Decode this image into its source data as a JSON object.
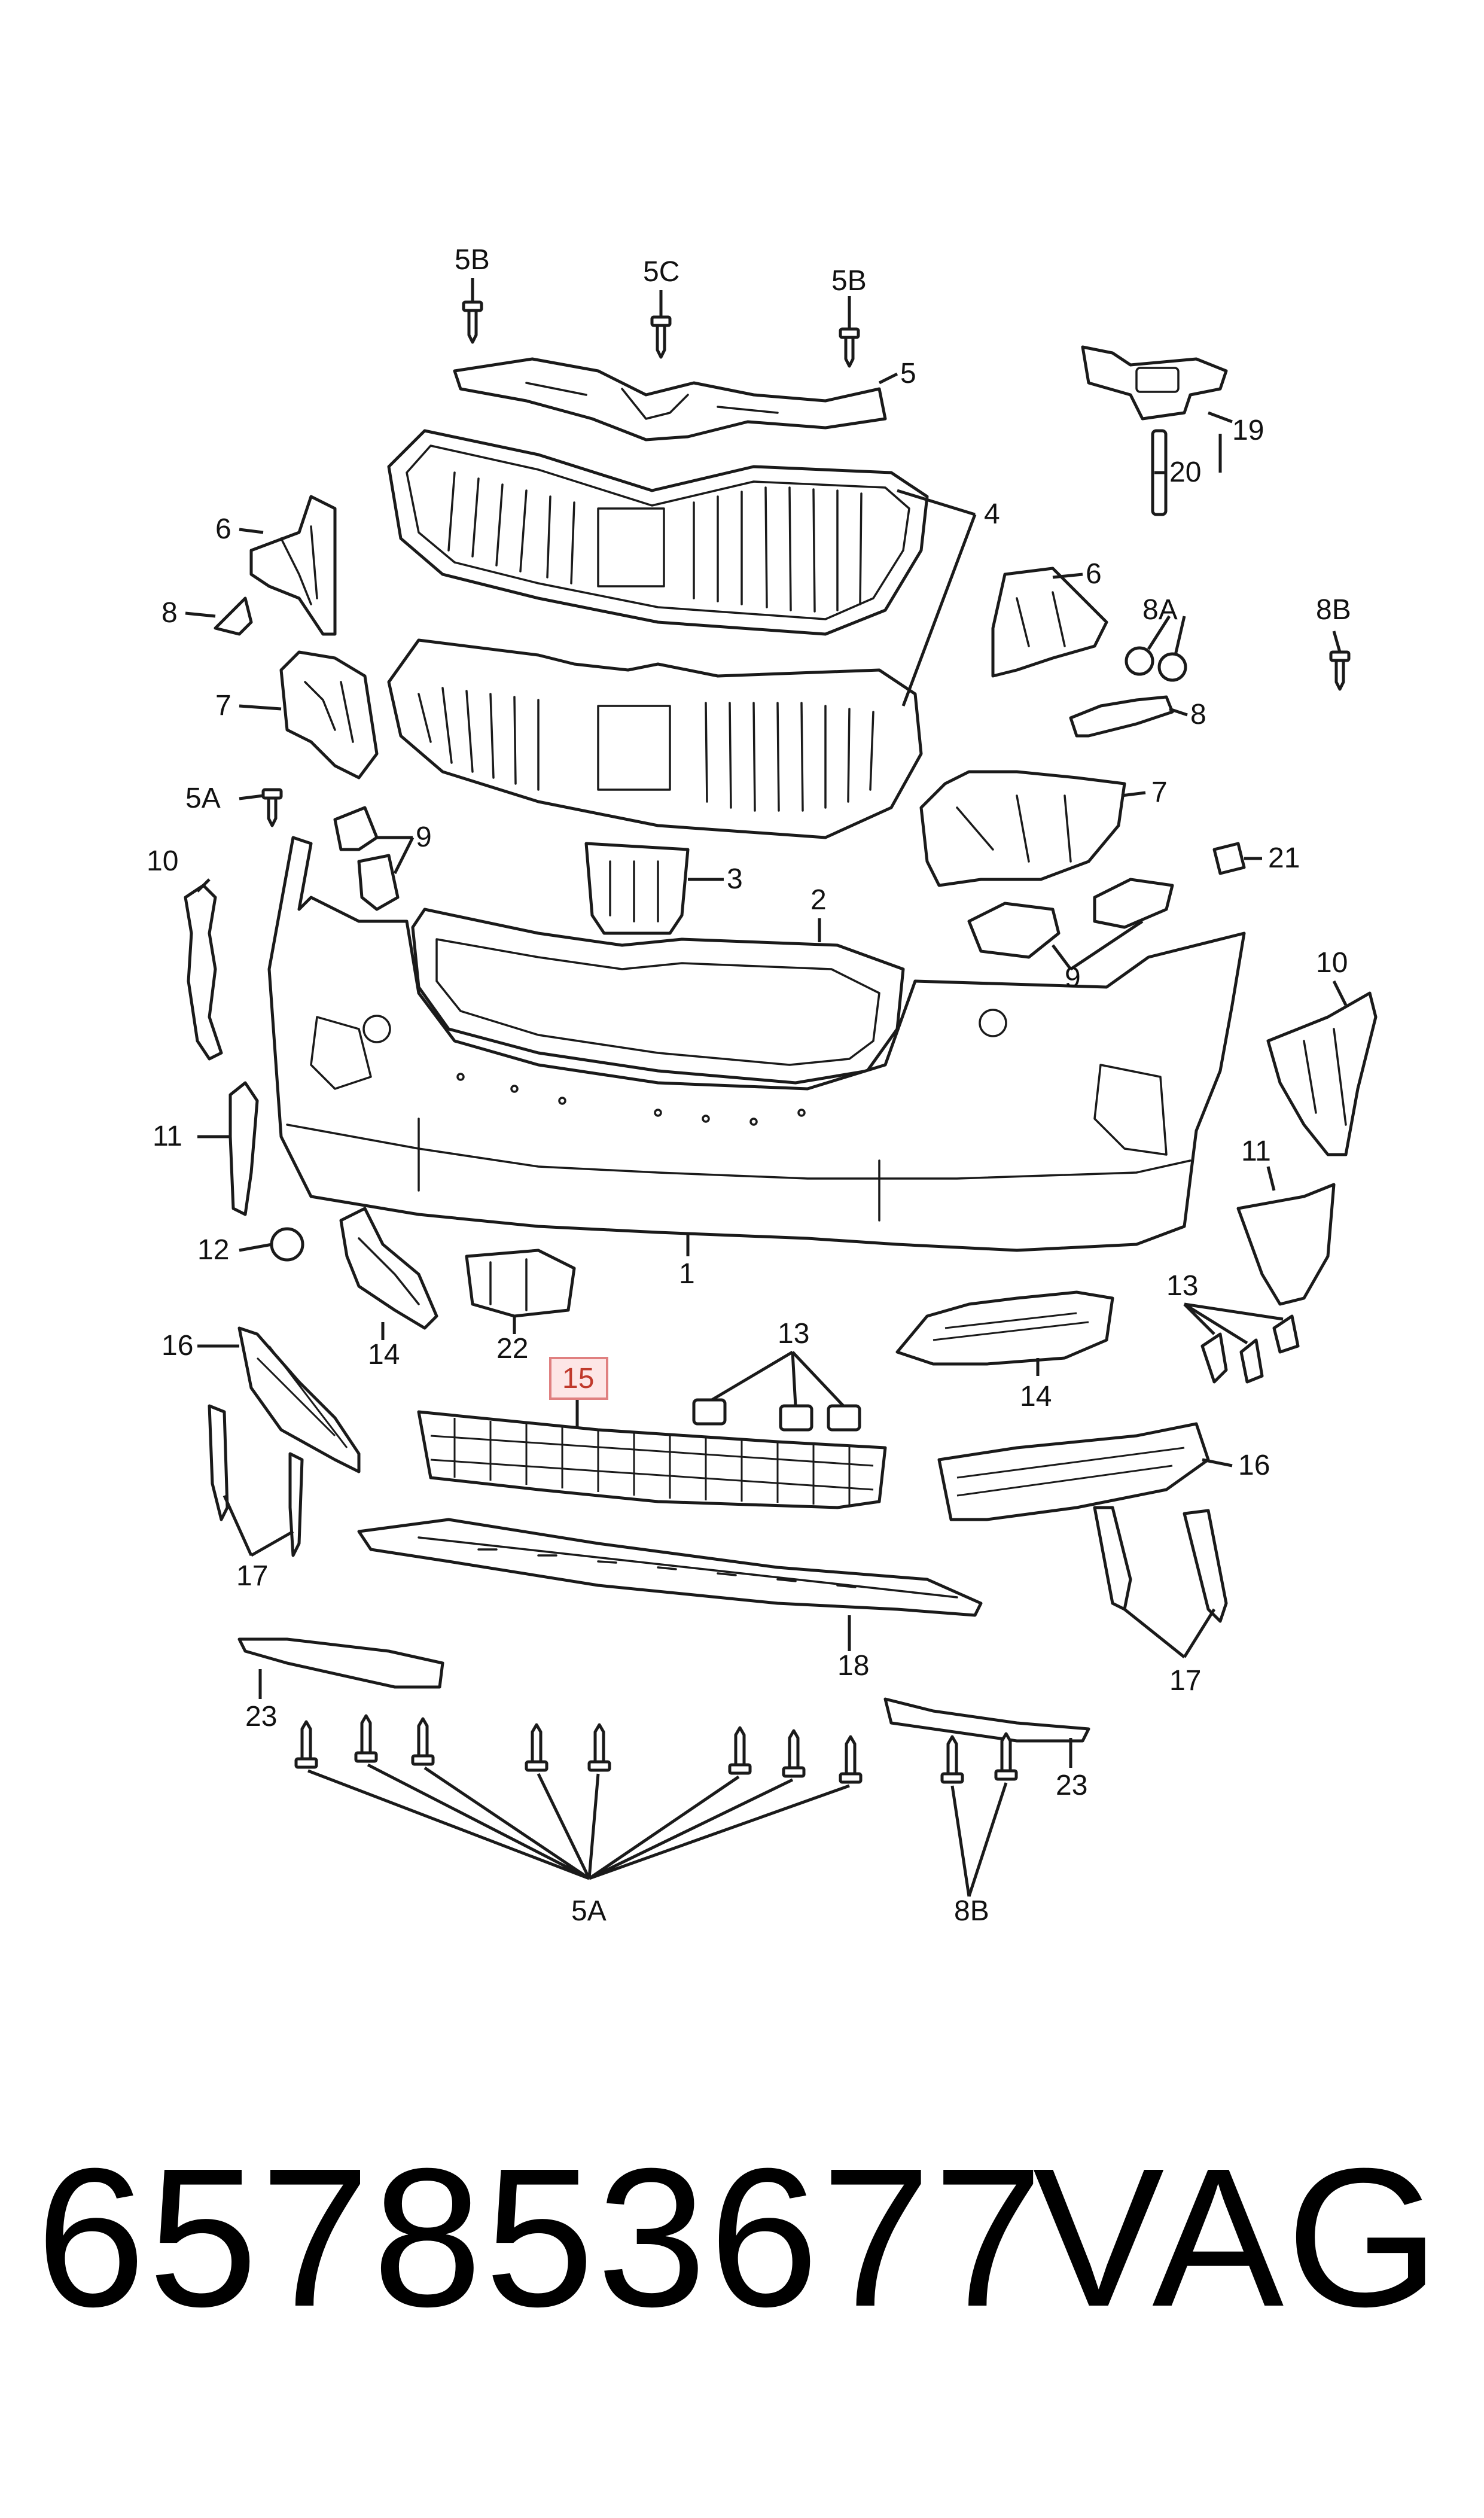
{
  "diagram": {
    "callouts": {
      "c1": "1",
      "c2": "2",
      "c3": "3",
      "c4": "4",
      "c5": "5",
      "c5a_left": "5A",
      "c5a_bottom": "5A",
      "c5b_left": "5B",
      "c5b_right": "5B",
      "c5c": "5C",
      "c6_left": "6",
      "c6_right": "6",
      "c7_left": "7",
      "c7_right": "7",
      "c8_left": "8",
      "c8_right": "8",
      "c8a": "8A",
      "c8b_top": "8B",
      "c8b_bottom": "8B",
      "c9_left": "9",
      "c9_right": "9",
      "c10_left": "10",
      "c10_right": "10",
      "c11_left": "11",
      "c11_right": "11",
      "c12": "12",
      "c13_center": "13",
      "c13_right": "13",
      "c14_left": "14",
      "c14_right": "14",
      "c15": "15",
      "c16_left": "16",
      "c16_right": "16",
      "c17_left": "17",
      "c17_right": "17",
      "c18": "18",
      "c19": "19",
      "c20": "20",
      "c21": "21",
      "c22": "22",
      "c23_left": "23",
      "c23_right": "23"
    },
    "highlighted_part": "15",
    "highlight_color": "#fde6e6"
  },
  "footer": {
    "part_number": "657853677",
    "brand": "VAG"
  }
}
